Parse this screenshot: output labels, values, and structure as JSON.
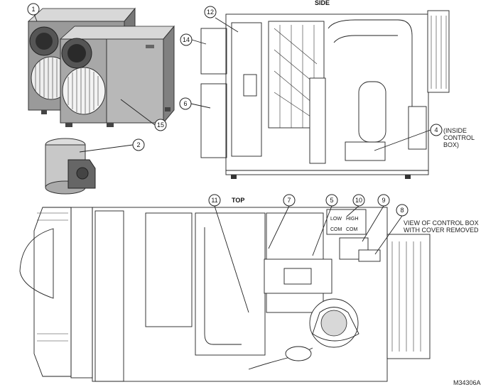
{
  "views": {
    "side_title": "SIDE",
    "top_title": "TOP"
  },
  "callouts": [
    {
      "id": "c1",
      "num": "1"
    },
    {
      "id": "c2",
      "num": "2"
    },
    {
      "id": "c4",
      "num": "4"
    },
    {
      "id": "c5",
      "num": "5"
    },
    {
      "id": "c6",
      "num": "6"
    },
    {
      "id": "c7",
      "num": "7"
    },
    {
      "id": "c8",
      "num": "8"
    },
    {
      "id": "c9",
      "num": "9"
    },
    {
      "id": "c10",
      "num": "10"
    },
    {
      "id": "c11",
      "num": "11"
    },
    {
      "id": "c12",
      "num": "12"
    },
    {
      "id": "c14",
      "num": "14"
    },
    {
      "id": "c15",
      "num": "15"
    }
  ],
  "notes": {
    "inside_control_box": [
      "(INSIDE",
      "CONTROL",
      "BOX)"
    ],
    "view_control_box": [
      "VIEW OF CONTROL BOX",
      "WITH COVER REMOVED"
    ]
  },
  "board_labels": {
    "l1": "LOW",
    "l2": "COM",
    "l3": "HIGH",
    "l4": "COM"
  },
  "figure_code": "M34306A"
}
